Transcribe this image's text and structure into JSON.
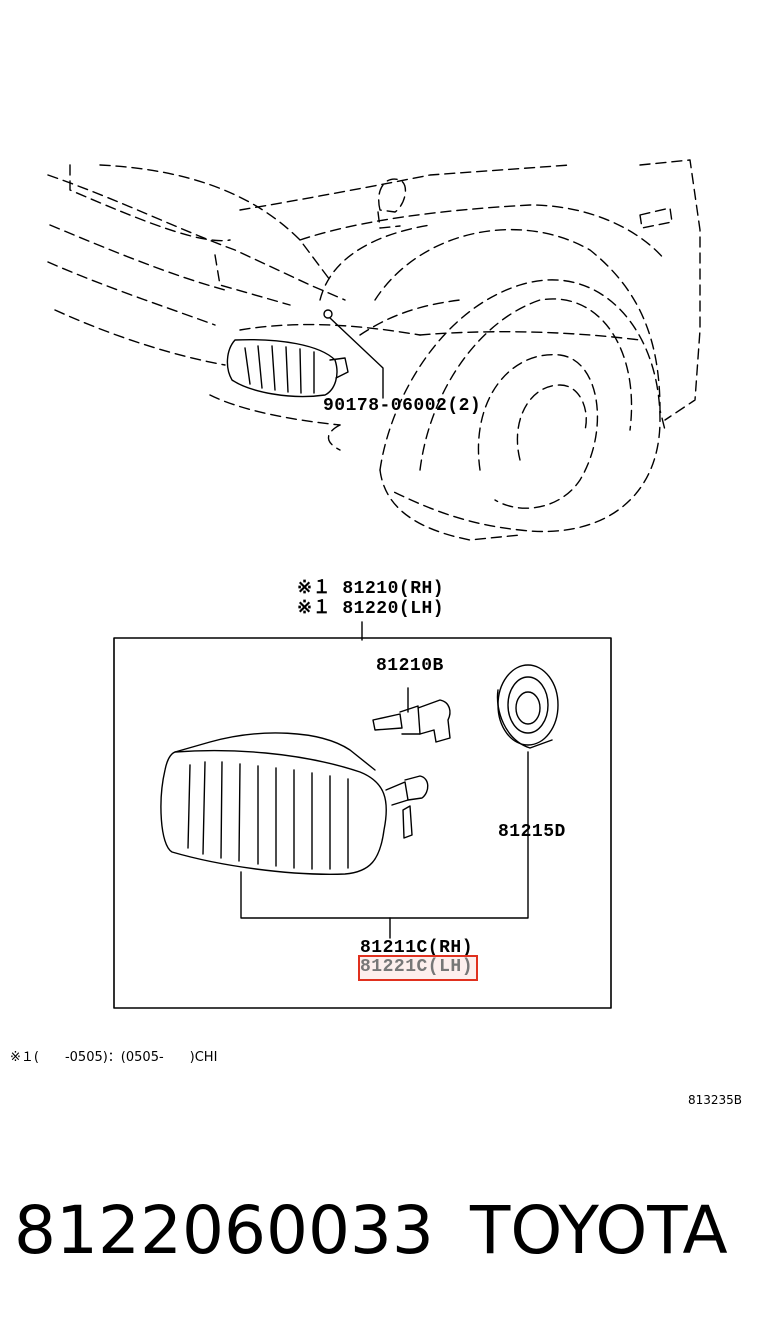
{
  "callouts": {
    "top_clip": "90178-06002(2)",
    "assembly_rh": "※１ 81210(RH)",
    "assembly_lh": "※１ 81220(LH)",
    "bulb": "81210B",
    "socket": "81215D",
    "unit_rh": "81211C(RH)",
    "unit_lh": "81221C(LH)"
  },
  "footnote": "※１(　　-0505)：(0505-　　)CHI",
  "diagram_code": "813235B",
  "part_number": "8122060033",
  "brand": "TOYOTA",
  "highlight_color": "#e0301e"
}
